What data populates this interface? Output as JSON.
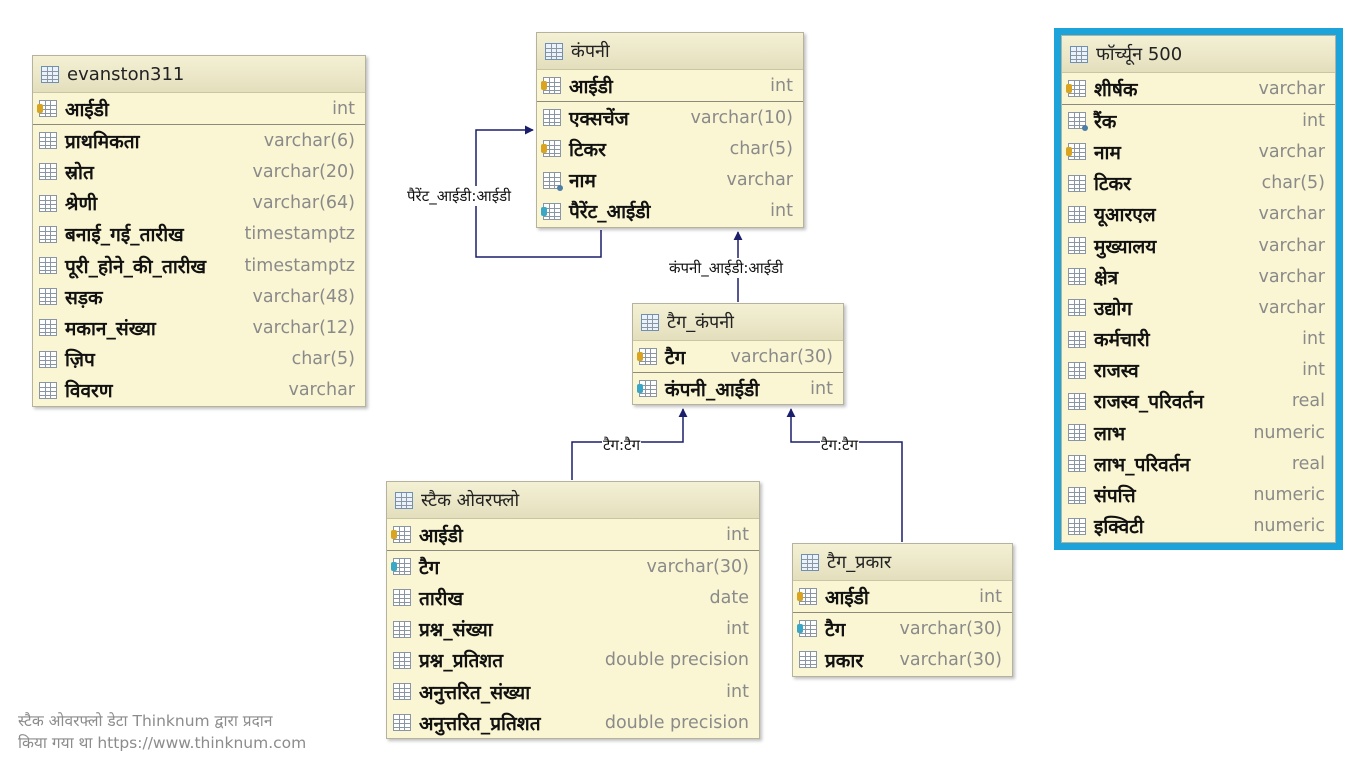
{
  "tables": {
    "evanston": {
      "title": "evanston311",
      "columns": [
        {
          "name": "आईडी",
          "type": "int",
          "icon": "primary-key-icon"
        },
        {
          "name": "प्राथमिकता",
          "type": "varchar(6)",
          "icon": "column-icon"
        },
        {
          "name": "स्रोत",
          "type": "varchar(20)",
          "icon": "column-icon"
        },
        {
          "name": "श्रेणी",
          "type": "varchar(64)",
          "icon": "column-icon"
        },
        {
          "name": "बनाई_गई_तारीख",
          "type": "timestamptz",
          "icon": "column-icon"
        },
        {
          "name": "पूरी_होने_की_तारीख",
          "type": "timestamptz",
          "icon": "column-icon"
        },
        {
          "name": "सड़क",
          "type": "varchar(48)",
          "icon": "column-icon"
        },
        {
          "name": "मकान_संख्या",
          "type": "varchar(12)",
          "icon": "column-icon"
        },
        {
          "name": "ज़िप",
          "type": "char(5)",
          "icon": "column-icon"
        },
        {
          "name": "विवरण",
          "type": "varchar",
          "icon": "column-icon"
        }
      ]
    },
    "company": {
      "title": "कंपनी",
      "columns": [
        {
          "name": "आईडी",
          "type": "int",
          "icon": "primary-key-icon"
        },
        {
          "name": "एक्सचेंज",
          "type": "varchar(10)",
          "icon": "column-icon"
        },
        {
          "name": "टिकर",
          "type": "char(5)",
          "icon": "unique-column-icon"
        },
        {
          "name": "नाम",
          "type": "varchar",
          "icon": "not-null-column-icon"
        },
        {
          "name": "पैरेंट_आईडी",
          "type": "int",
          "icon": "foreign-key-icon"
        }
      ]
    },
    "fortune": {
      "title": "फॉर्च्यून 500",
      "columns": [
        {
          "name": "शीर्षक",
          "type": "varchar",
          "icon": "primary-key-icon"
        },
        {
          "name": "रैंक",
          "type": "int",
          "icon": "not-null-column-icon"
        },
        {
          "name": "नाम",
          "type": "varchar",
          "icon": "unique-column-icon"
        },
        {
          "name": "टिकर",
          "type": "char(5)",
          "icon": "column-icon"
        },
        {
          "name": "यूआरएल",
          "type": "varchar",
          "icon": "column-icon"
        },
        {
          "name": "मुख्यालय",
          "type": "varchar",
          "icon": "column-icon"
        },
        {
          "name": "क्षेत्र",
          "type": "varchar",
          "icon": "column-icon"
        },
        {
          "name": "उद्योग",
          "type": "varchar",
          "icon": "column-icon"
        },
        {
          "name": "कर्मचारी",
          "type": "int",
          "icon": "column-icon"
        },
        {
          "name": "राजस्व",
          "type": "int",
          "icon": "column-icon"
        },
        {
          "name": "राजस्व_परिवर्तन",
          "type": "real",
          "icon": "column-icon"
        },
        {
          "name": "लाभ",
          "type": "numeric",
          "icon": "column-icon"
        },
        {
          "name": "लाभ_परिवर्तन",
          "type": "real",
          "icon": "column-icon"
        },
        {
          "name": "संपत्ति",
          "type": "numeric",
          "icon": "column-icon"
        },
        {
          "name": "इक्विटी",
          "type": "numeric",
          "icon": "column-icon"
        }
      ]
    },
    "tag_company": {
      "title": "टैग_कंपनी",
      "columns": [
        {
          "name": "टैग",
          "type": "varchar(30)",
          "icon": "primary-key-icon"
        },
        {
          "name": "कंपनी_आईडी",
          "type": "int",
          "icon": "foreign-key-icon"
        }
      ]
    },
    "stackoverflow": {
      "title": "स्टैक ओवरफ्लो",
      "columns": [
        {
          "name": "आईडी",
          "type": "int",
          "icon": "primary-key-icon"
        },
        {
          "name": "टैग",
          "type": "varchar(30)",
          "icon": "foreign-key-icon"
        },
        {
          "name": "तारीख",
          "type": "date",
          "icon": "column-icon"
        },
        {
          "name": "प्रश्न_संख्या",
          "type": "int",
          "icon": "column-icon"
        },
        {
          "name": "प्रश्न_प्रतिशत",
          "type": "double precision",
          "icon": "column-icon"
        },
        {
          "name": "अनुत्तरित_संख्या",
          "type": "int",
          "icon": "column-icon"
        },
        {
          "name": "अनुत्तरित_प्रतिशत",
          "type": "double precision",
          "icon": "column-icon"
        }
      ]
    },
    "tag_type": {
      "title": "टैग_प्रकार",
      "columns": [
        {
          "name": "आईडी",
          "type": "int",
          "icon": "primary-key-icon"
        },
        {
          "name": "टैग",
          "type": "varchar(30)",
          "icon": "foreign-key-icon"
        },
        {
          "name": "प्रकार",
          "type": "varchar(30)",
          "icon": "column-icon"
        }
      ]
    }
  },
  "relationships": {
    "parent": "पैरेंट_आईडी:आईडी",
    "company_id": "कंपनी_आईडी:आईडी",
    "so_tag": "टैग:टैग",
    "type_tag": "टैग:टैग"
  },
  "credit": {
    "line1": "स्टैक ओवरफ्लो डेटा Thinknum द्वारा प्रदान",
    "line2": "किया गया था https://www.thinknum.com"
  },
  "colors": {
    "selection_border": "#1ca3d9",
    "line_color": "#1b1f6b",
    "table_bg": "#faf6d3"
  }
}
